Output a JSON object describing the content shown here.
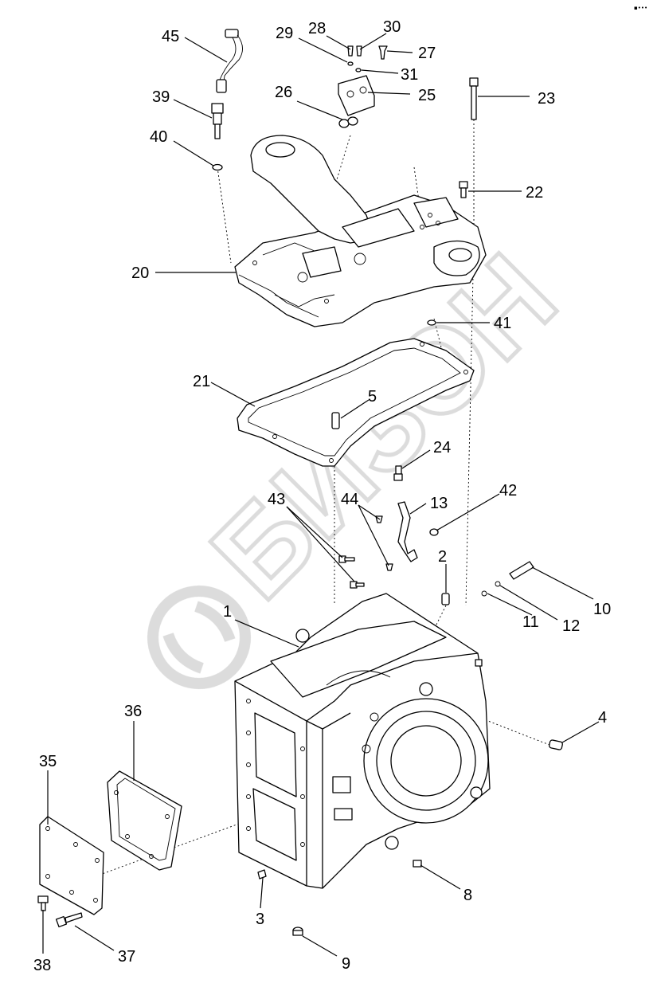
{
  "watermark": {
    "text": "БИЗОН"
  },
  "corner_mark": "▪•••",
  "callouts": [
    {
      "id": "c1",
      "label": "1"
    },
    {
      "id": "c2",
      "label": "2"
    },
    {
      "id": "c3",
      "label": "3"
    },
    {
      "id": "c4",
      "label": "4"
    },
    {
      "id": "c5",
      "label": "5"
    },
    {
      "id": "c8",
      "label": "8"
    },
    {
      "id": "c9",
      "label": "9"
    },
    {
      "id": "c10",
      "label": "10"
    },
    {
      "id": "c11",
      "label": "11"
    },
    {
      "id": "c12",
      "label": "12"
    },
    {
      "id": "c13",
      "label": "13"
    },
    {
      "id": "c20",
      "label": "20"
    },
    {
      "id": "c21",
      "label": "21"
    },
    {
      "id": "c22",
      "label": "22"
    },
    {
      "id": "c23",
      "label": "23"
    },
    {
      "id": "c24",
      "label": "24"
    },
    {
      "id": "c25",
      "label": "25"
    },
    {
      "id": "c26",
      "label": "26"
    },
    {
      "id": "c27",
      "label": "27"
    },
    {
      "id": "c28",
      "label": "28"
    },
    {
      "id": "c29",
      "label": "29"
    },
    {
      "id": "c30",
      "label": "30"
    },
    {
      "id": "c31",
      "label": "31"
    },
    {
      "id": "c35",
      "label": "35"
    },
    {
      "id": "c36",
      "label": "36"
    },
    {
      "id": "c37",
      "label": "37"
    },
    {
      "id": "c38",
      "label": "38"
    },
    {
      "id": "c39",
      "label": "39"
    },
    {
      "id": "c40",
      "label": "40"
    },
    {
      "id": "c41",
      "label": "41"
    },
    {
      "id": "c42",
      "label": "42"
    },
    {
      "id": "c43",
      "label": "43"
    },
    {
      "id": "c44",
      "label": "44"
    },
    {
      "id": "c45",
      "label": "45"
    }
  ]
}
